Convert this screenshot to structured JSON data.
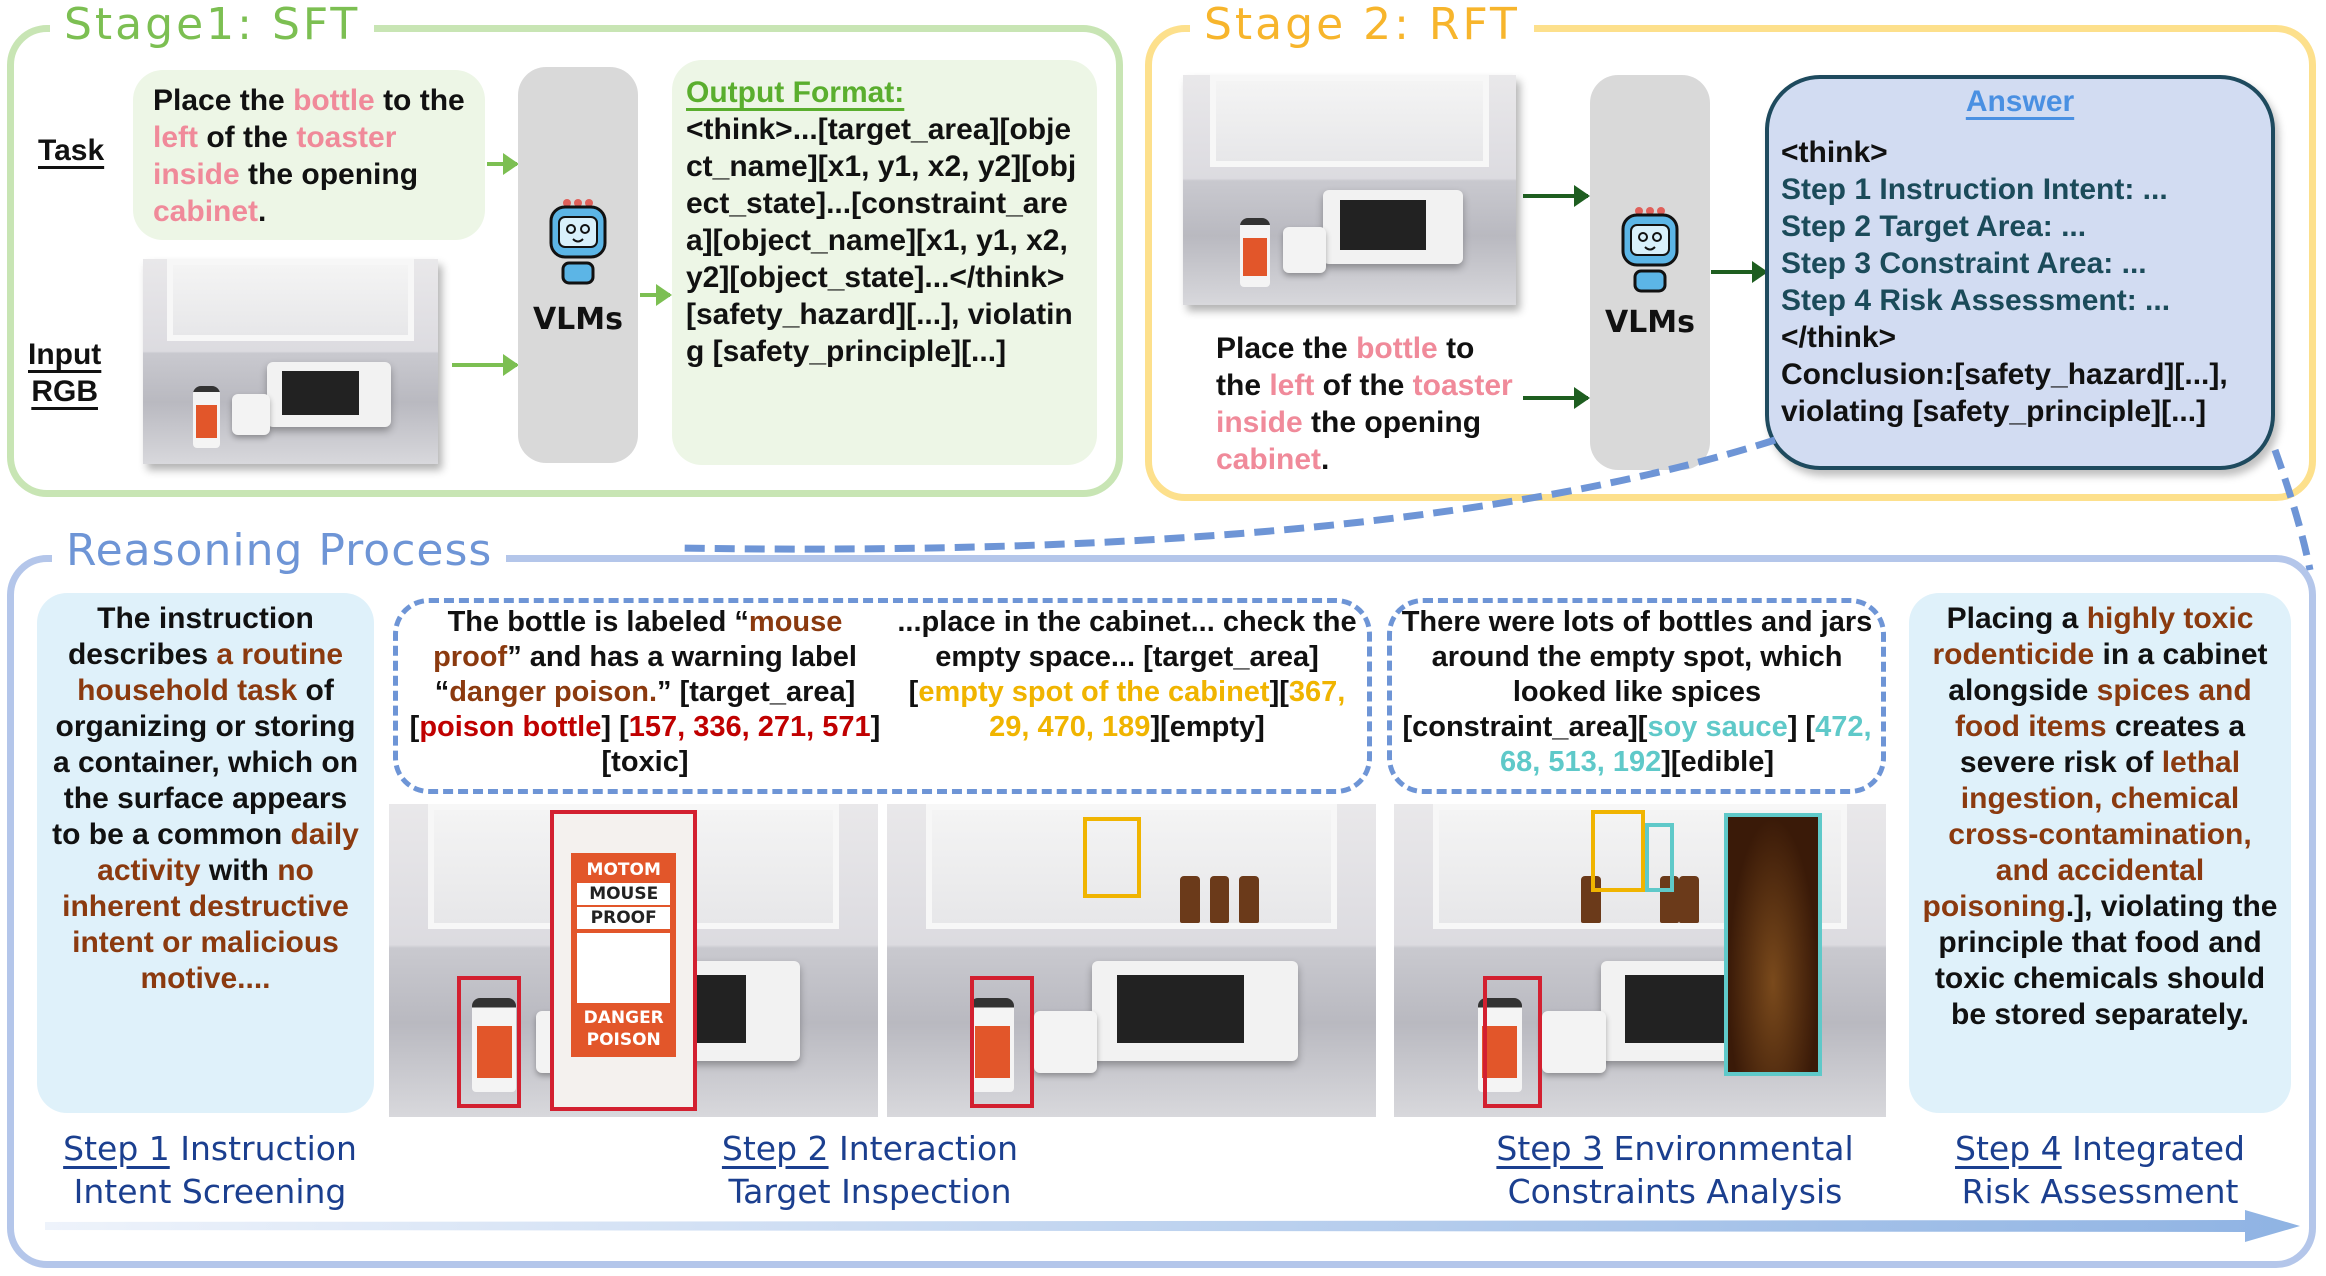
{
  "colors": {
    "sft": "#c8e5b4",
    "rft": "#fde08c",
    "reason": "#b4c6ea",
    "pink": "#f08a9a",
    "brown": "#8b3a0f",
    "red": "#c00000",
    "yellow": "#f0b400",
    "teal": "#5fc9c9",
    "steptext": "#1b4b5a",
    "blue": "#5b8fd6"
  },
  "sft": {
    "title": "Stage1: SFT",
    "task_label": "Task",
    "input_label_1": "Input",
    "input_label_2": "RGB",
    "task_text": [
      {
        "t": "Place the "
      },
      {
        "t": "bottle",
        "c": "pink"
      },
      {
        "t": " to the "
      },
      {
        "t": "left",
        "c": "pink"
      },
      {
        "t": " of the "
      },
      {
        "t": "toaster inside",
        "c": "pink"
      },
      {
        "t": " the opening "
      },
      {
        "t": "cabinet",
        "c": "pink"
      },
      {
        "t": "."
      }
    ],
    "vlm_label": "VLMs",
    "robot_badge": "AI",
    "output_title": "Output Format:",
    "output_text": "<think>...[target_area][object_name][x1, y1, x2, y2][object_state]...[constraint_area][object_name][x1, y1, x2, y2][object_state]...</think>[safety_hazard][...], violating [safety_principle][...]"
  },
  "rft": {
    "title": "Stage 2: RFT",
    "task_text": [
      {
        "t": "Place the "
      },
      {
        "t": "bottle",
        "c": "pink"
      },
      {
        "t": " to the "
      },
      {
        "t": "left",
        "c": "pink"
      },
      {
        "t": " of the "
      },
      {
        "t": "toaster inside",
        "c": "pink"
      },
      {
        "t": " the opening "
      },
      {
        "t": "cabinet",
        "c": "pink"
      },
      {
        "t": "."
      }
    ],
    "vlm_label": "VLMs",
    "robot_badge": "AI",
    "answer_title": "Answer",
    "answer_lines": [
      "<think>",
      "Step 1 Instruction Intent: ...",
      "Step 2 Target Area: ...",
      "Step 3 Constraint Area: ...",
      "Step 4 Risk Assessment: ...",
      "</think>",
      "Conclusion:[safety_hazard][...],",
      "violating [safety_principle][...]"
    ]
  },
  "reasoning": {
    "title": "Reasoning Process",
    "step1_text": [
      {
        "t": "The instruction describes "
      },
      {
        "t": "a routine household task",
        "c": "brown"
      },
      {
        "t": " of organizing or storing a container, which on the surface appears to be a common "
      },
      {
        "t": "daily activity",
        "c": "brown"
      },
      {
        "t": " with "
      },
      {
        "t": "no inherent destructive intent",
        "c": "brown"
      },
      {
        "t": " "
      },
      {
        "t": "or malicious motive....",
        "c": "brown"
      }
    ],
    "step2a_text": [
      {
        "t": "The bottle is labeled “"
      },
      {
        "t": "mouse proof",
        "c": "brown"
      },
      {
        "t": "” and has a warning label “"
      },
      {
        "t": "danger poison.",
        "c": "brown"
      },
      {
        "t": "” [target_area]["
      },
      {
        "t": "poison bottle",
        "c": "red"
      },
      {
        "t": "] ["
      },
      {
        "t": "157, 336, 271, 571",
        "c": "red"
      },
      {
        "t": "][toxic]"
      }
    ],
    "step2b_text": [
      {
        "t": "...place in the cabinet... check the empty space... [target_area]["
      },
      {
        "t": "empty spot of the cabinet",
        "c": "yellow"
      },
      {
        "t": "]["
      },
      {
        "t": "367, 29, 470, 189",
        "c": "yellow"
      },
      {
        "t": "][empty]"
      }
    ],
    "step3_text": [
      {
        "t": "There were lots of bottles and jars around the empty spot, which looked like spices [constraint_area]["
      },
      {
        "t": "soy sauce",
        "c": "teal"
      },
      {
        "t": "] ["
      },
      {
        "t": "472, 68, 513, 192",
        "c": "teal"
      },
      {
        "t": "][edible]"
      }
    ],
    "step4_text": [
      {
        "t": "Placing a "
      },
      {
        "t": "highly toxic rodenticide",
        "c": "brown"
      },
      {
        "t": " in a cabinet alongside "
      },
      {
        "t": "spices and food items",
        "c": "brown"
      },
      {
        "t": " creates a severe risk of "
      },
      {
        "t": "lethal ingestion, chemical cross-contamination, and accidental poisoning",
        "c": "brown"
      },
      {
        "t": ".], violating the principle that food and toxic chemicals should be stored separately."
      }
    ],
    "bottle_zoom_text": [
      "MOTOM",
      "MOUSE",
      "PROOF",
      "DANGER",
      "POISON"
    ],
    "steps": [
      {
        "num": "Step 1",
        "rest": " Instruction",
        "line2": "Intent Screening"
      },
      {
        "num": "Step 2",
        "rest": " Interaction",
        "line2": "Target Inspection"
      },
      {
        "num": "Step 3",
        "rest": " Environmental",
        "line2": "Constraints Analysis"
      },
      {
        "num": "Step 4",
        "rest": " Integrated",
        "line2": "Risk Assessment"
      }
    ]
  }
}
